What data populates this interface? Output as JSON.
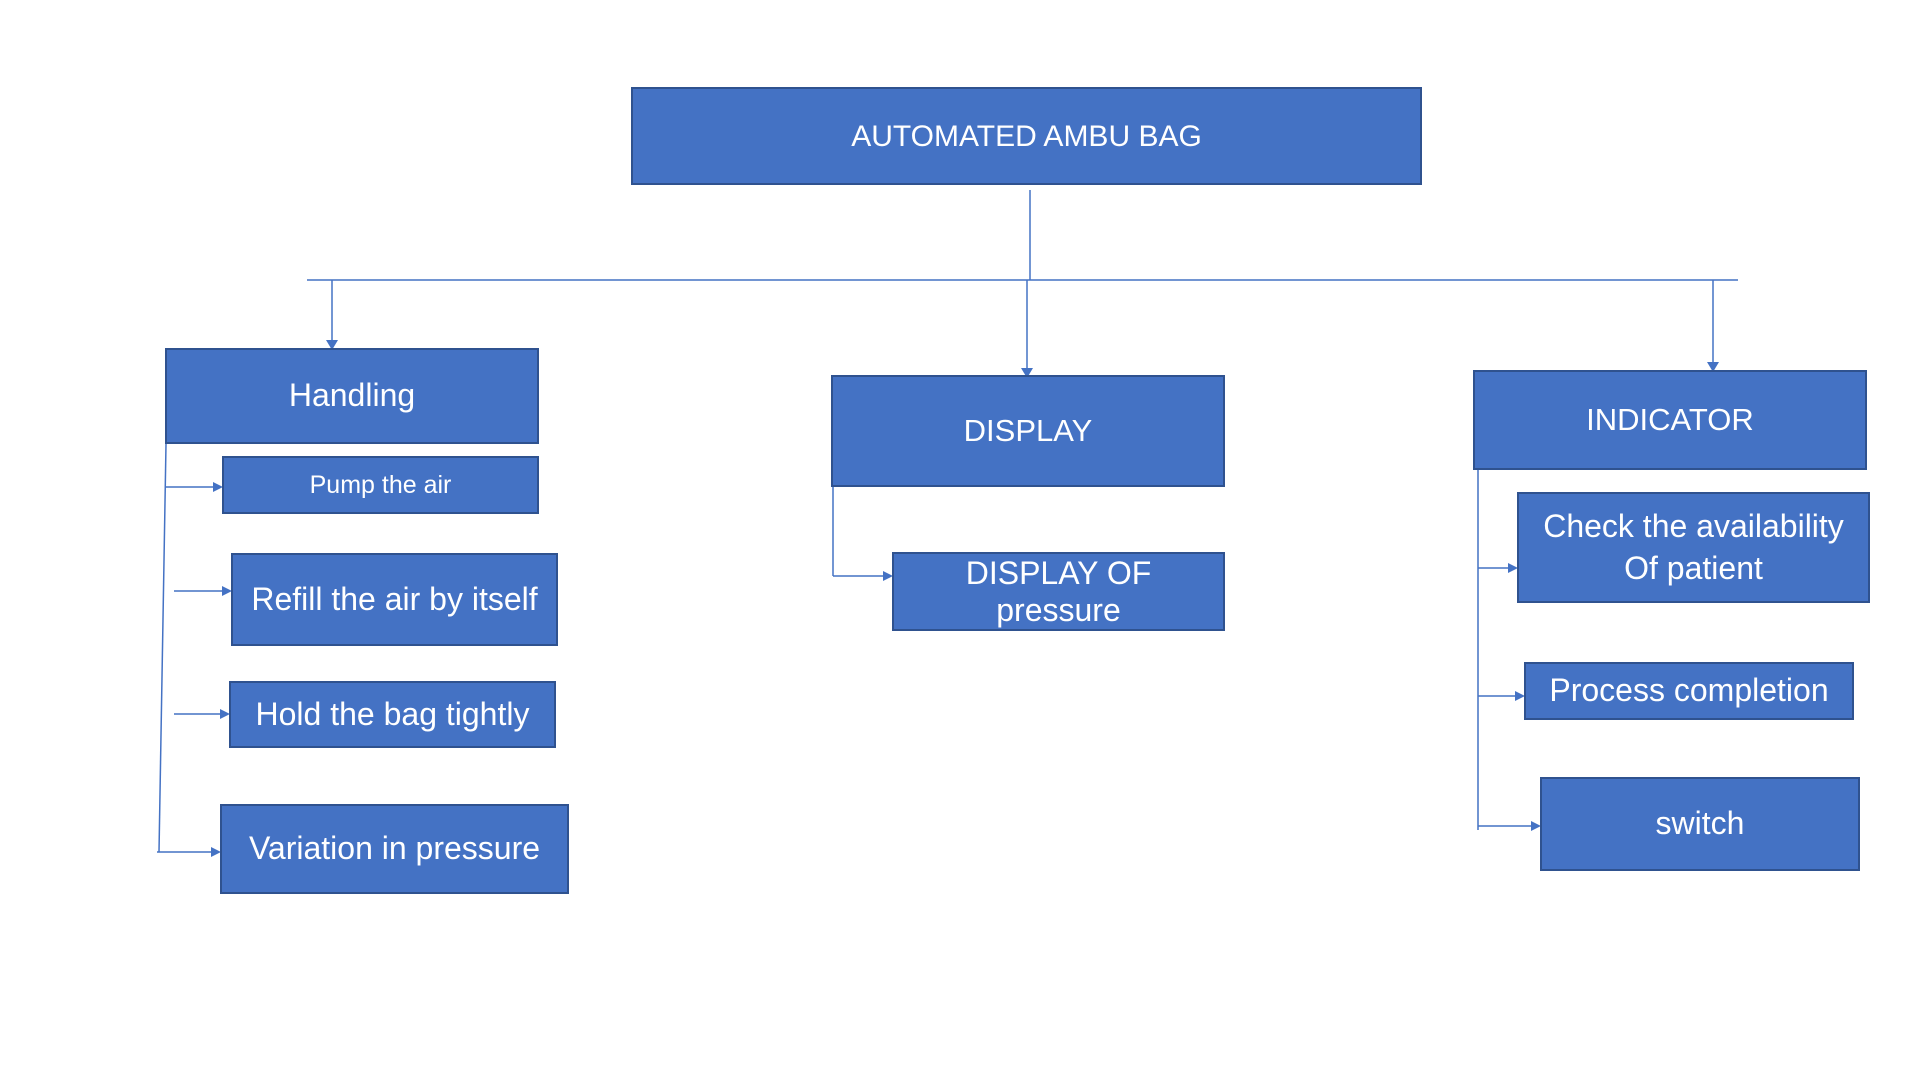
{
  "diagram": {
    "root": {
      "label": "AUTOMATED AMBU BAG"
    },
    "branches": [
      {
        "label": "Handling",
        "children": [
          "Pump the air",
          "Refill the air by itself",
          "Hold the bag tightly",
          "Variation in pressure"
        ]
      },
      {
        "label": "DISPLAY",
        "children": [
          "DISPLAY OF pressure"
        ]
      },
      {
        "label": "INDICATOR",
        "children": [
          "Check the availability Of patient",
          "Process completion",
          "switch"
        ]
      }
    ]
  },
  "colors": {
    "box_fill": "#4472C4",
    "box_border": "#2F528F",
    "connector": "#4472C4",
    "text": "#ffffff",
    "background": "#ffffff"
  }
}
